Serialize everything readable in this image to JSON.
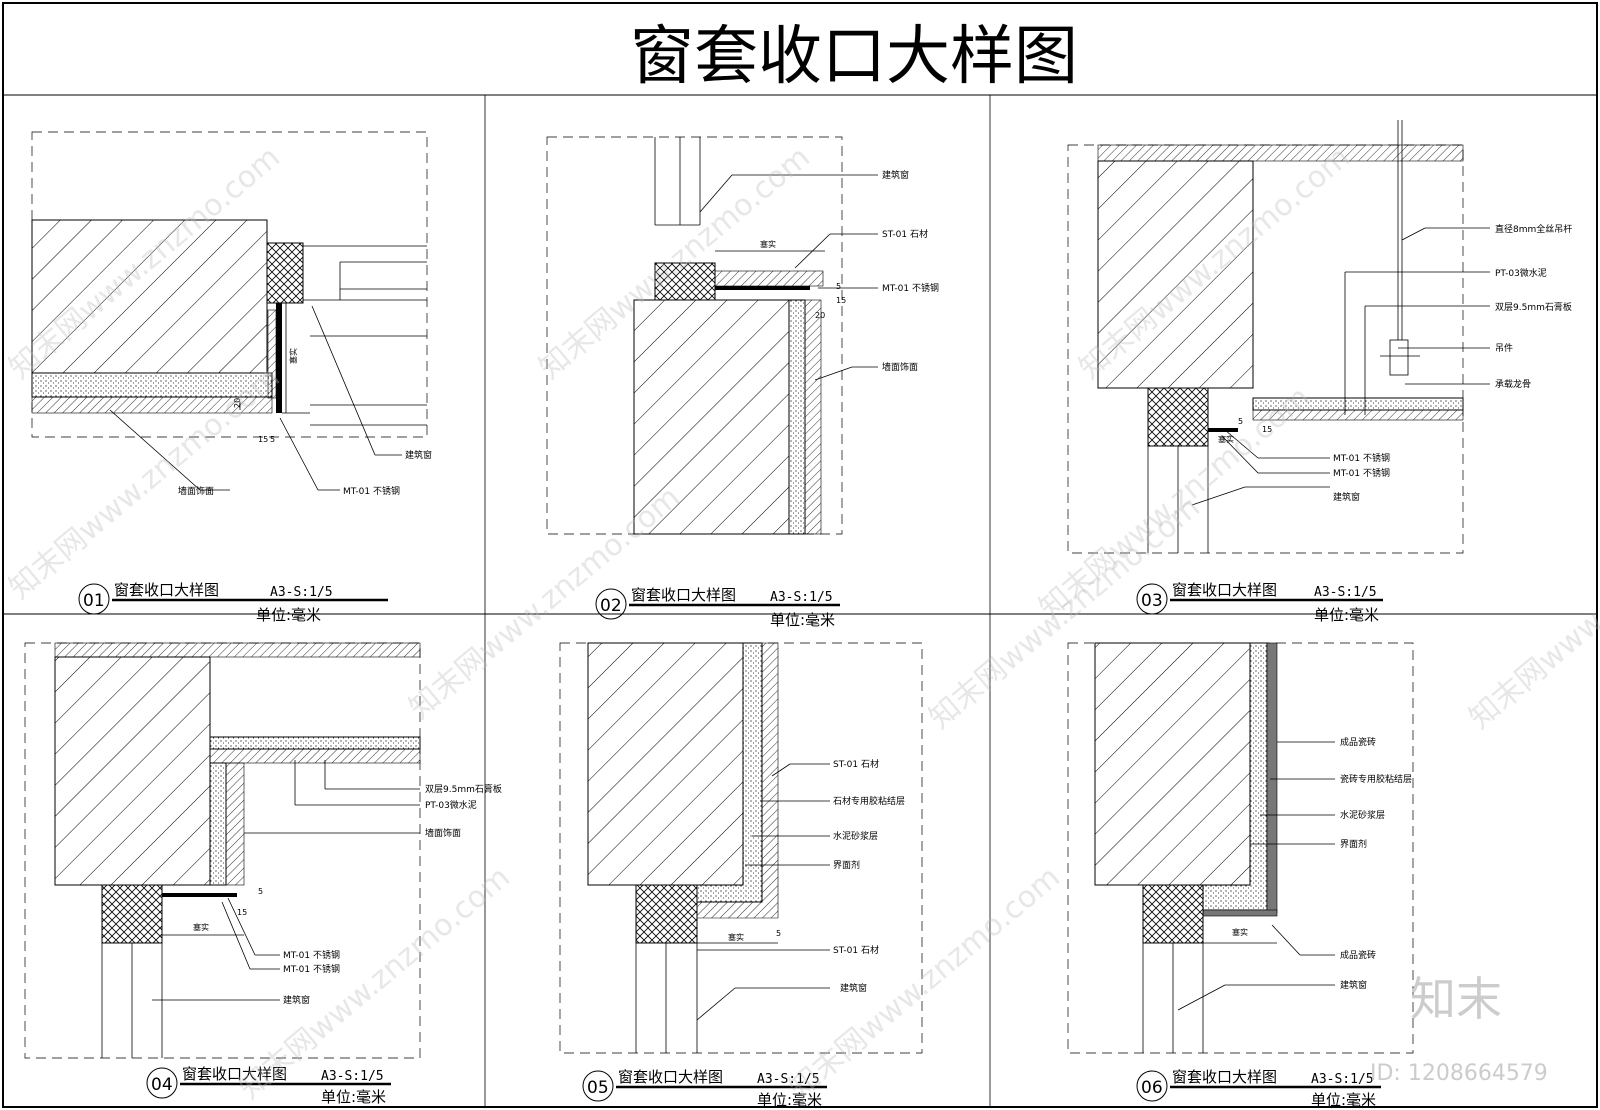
{
  "title": "窗套收口大样图",
  "panels": [
    {
      "num": "01",
      "title": "窗套收口大样图",
      "scale": "A3-S:1/5",
      "unit": "单位:毫米"
    },
    {
      "num": "02",
      "title": "窗套收口大样图",
      "scale": "A3-S:1/5",
      "unit": "单位:毫米"
    },
    {
      "num": "03",
      "title": "窗套收口大样图",
      "scale": "A3-S:1/5",
      "unit": "单位:毫米"
    },
    {
      "num": "04",
      "title": "窗套收口大样图",
      "scale": "A3-S:1/5",
      "unit": "单位:毫米"
    },
    {
      "num": "05",
      "title": "窗套收口大样图",
      "scale": "A3-S:1/5",
      "unit": "单位:毫米"
    },
    {
      "num": "06",
      "title": "窗套收口大样图",
      "scale": "A3-S:1/5",
      "unit": "单位:毫米"
    }
  ],
  "labels": {
    "p1": {
      "window": "建筑窗",
      "steel": "MT-01 不锈钢",
      "wall": "墙面饰面",
      "fill": "塞实",
      "d15": "15",
      "d5": "5",
      "d20": "20"
    },
    "p2": {
      "window": "建筑窗",
      "stone": "ST-01 石材",
      "steel": "MT-01 不锈钢",
      "wall": "墙面饰面",
      "fill": "塞实",
      "d5": "5",
      "d20": "20",
      "d15": "15"
    },
    "p3": {
      "rod": "直径8mm全丝吊杆",
      "pt": "PT-03微水泥",
      "board": "双层9.5mm石膏板",
      "hanger": "吊件",
      "keel": "承载龙骨",
      "steel1": "MT-01 不锈钢",
      "steel2": "MT-01 不锈钢",
      "window": "建筑窗",
      "fill": "塞实",
      "d5": "5",
      "d15": "15"
    },
    "p4": {
      "board": "双层9.5mm石膏板",
      "pt": "PT-03微水泥",
      "wall": "墙面饰面",
      "steel1": "MT-01 不锈钢",
      "steel2": "MT-01 不锈钢",
      "window": "建筑窗",
      "fill": "塞实",
      "d15": "15",
      "d5": "5"
    },
    "p5": {
      "stone": "ST-01 石材",
      "adhesive": "石材专用胶粘结层",
      "mortar": "水泥砂浆层",
      "agent": "界面剂",
      "stone2": "ST-01 石材",
      "window": "建筑窗",
      "fill": "塞实",
      "d5": "5"
    },
    "p6": {
      "tile": "成品瓷砖",
      "adhesive": "瓷砖专用胶粘结层",
      "mortar": "水泥砂浆层",
      "agent": "界面剂",
      "tile2": "成品瓷砖",
      "window": "建筑窗",
      "fill": "塞实"
    }
  },
  "watermark": {
    "text": "知末网www.znzmo.com",
    "brand": "知末",
    "id": "ID: 1208664579"
  }
}
